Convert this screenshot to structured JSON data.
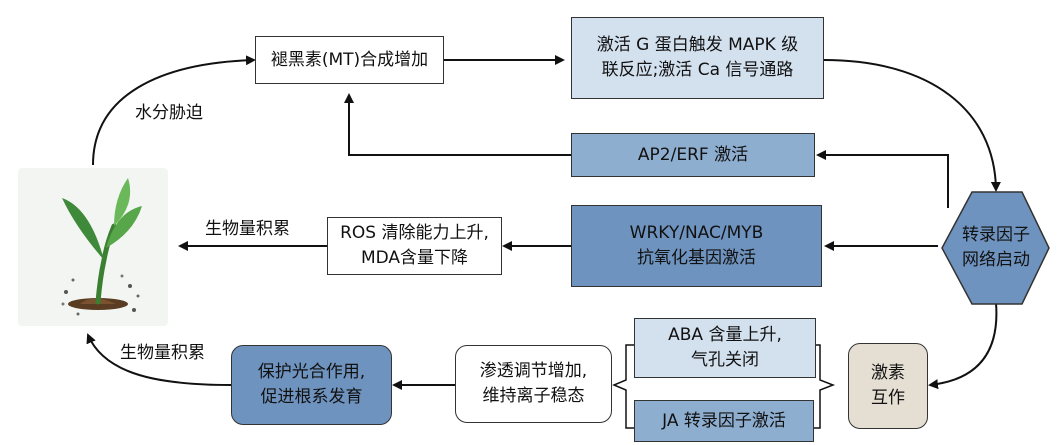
{
  "nodes": {
    "melatonin": "褪黑素(MT)合成增加",
    "g_protein_line1": "激活 G 蛋白触发 MAPK 级",
    "g_protein_line2": "联反应;激活 Ca 信号通路",
    "ap2": "AP2/ERF 激活",
    "tf_line1": "转录因子",
    "tf_line2": "网络启动",
    "wrky_line1": "WRKY/NAC/MYB",
    "wrky_line2": "抗氧化基因激活",
    "ros_line1": "ROS 清除能力上升,",
    "ros_line2": "MDA含量下降",
    "aba_line1": "ABA 含量上升,",
    "aba_line2": "气孔关闭",
    "ja": "JA 转录因子激活",
    "hormone_line1": "激素",
    "hormone_line2": "互作",
    "osmotic_line1": "渗透调节增加,",
    "osmotic_line2": "维持离子稳态",
    "photo_line1": "保护光合作用,",
    "photo_line2": "促进根系发育"
  },
  "labels": {
    "water_stress": "水分胁迫",
    "biomass_1": "生物量积累",
    "biomass_2": "生物量积累"
  },
  "colors": {
    "light_blue": "#d3e1ef",
    "mid_blue": "#8eaed0",
    "dark_blue": "#6f93bf",
    "beige": "#e5dfd3",
    "plant_green": "#3f8a3a"
  }
}
